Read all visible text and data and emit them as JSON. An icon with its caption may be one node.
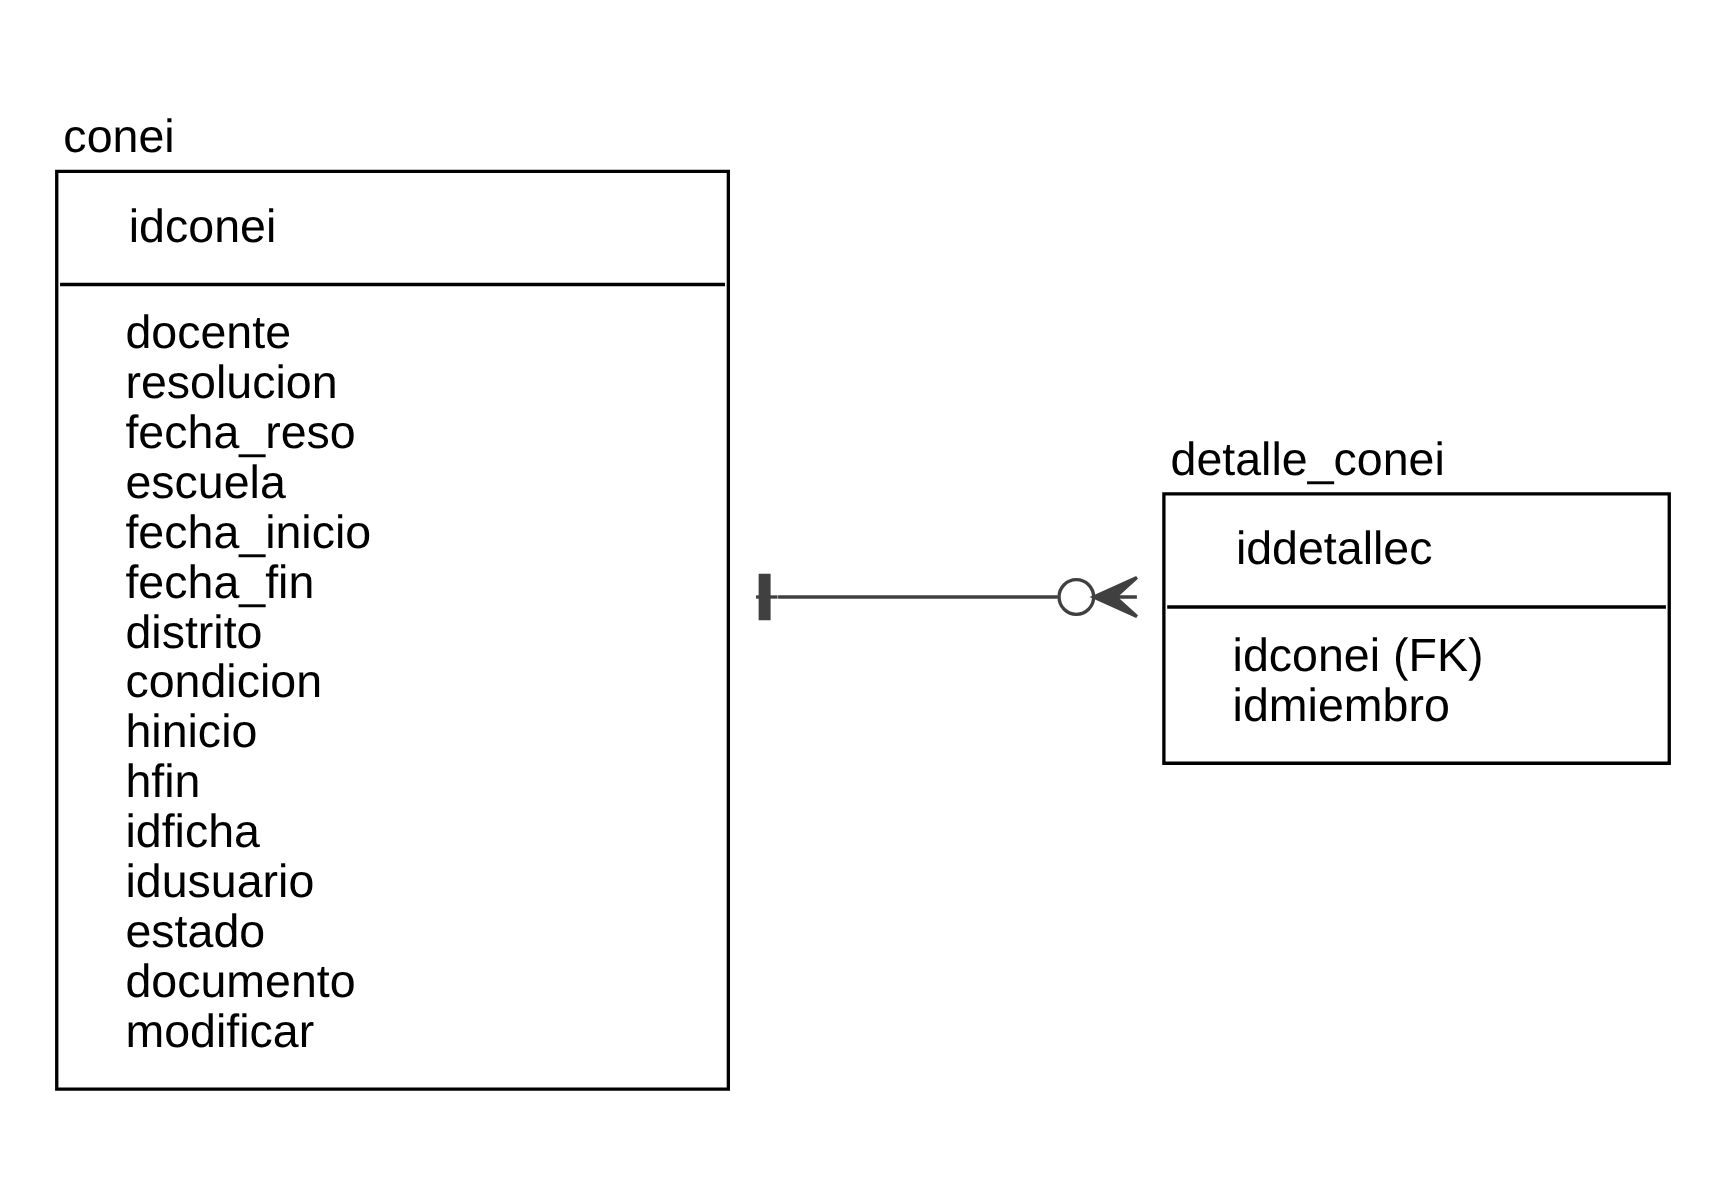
{
  "diagram": {
    "nodes": [
      {
        "text": [
          "conei",
          "idconei",
          "docente",
          "resolucion",
          "fecha_reso",
          "escuela",
          "fecha_inicio",
          "fecha_fin",
          "distrito",
          "condicion",
          "hinicio",
          "hfin",
          "idficha",
          "idusuario",
          "estado",
          "documento",
          "modificar"
        ]
      },
      {
        "text": [
          "detalle_conei",
          "iddetallec",
          "idconei (FK)",
          "idmiembro"
        ]
      }
    ],
    "edges": [
      {
        "from": 0,
        "to": 1,
        "arrow": "other"
      }
    ]
  }
}
